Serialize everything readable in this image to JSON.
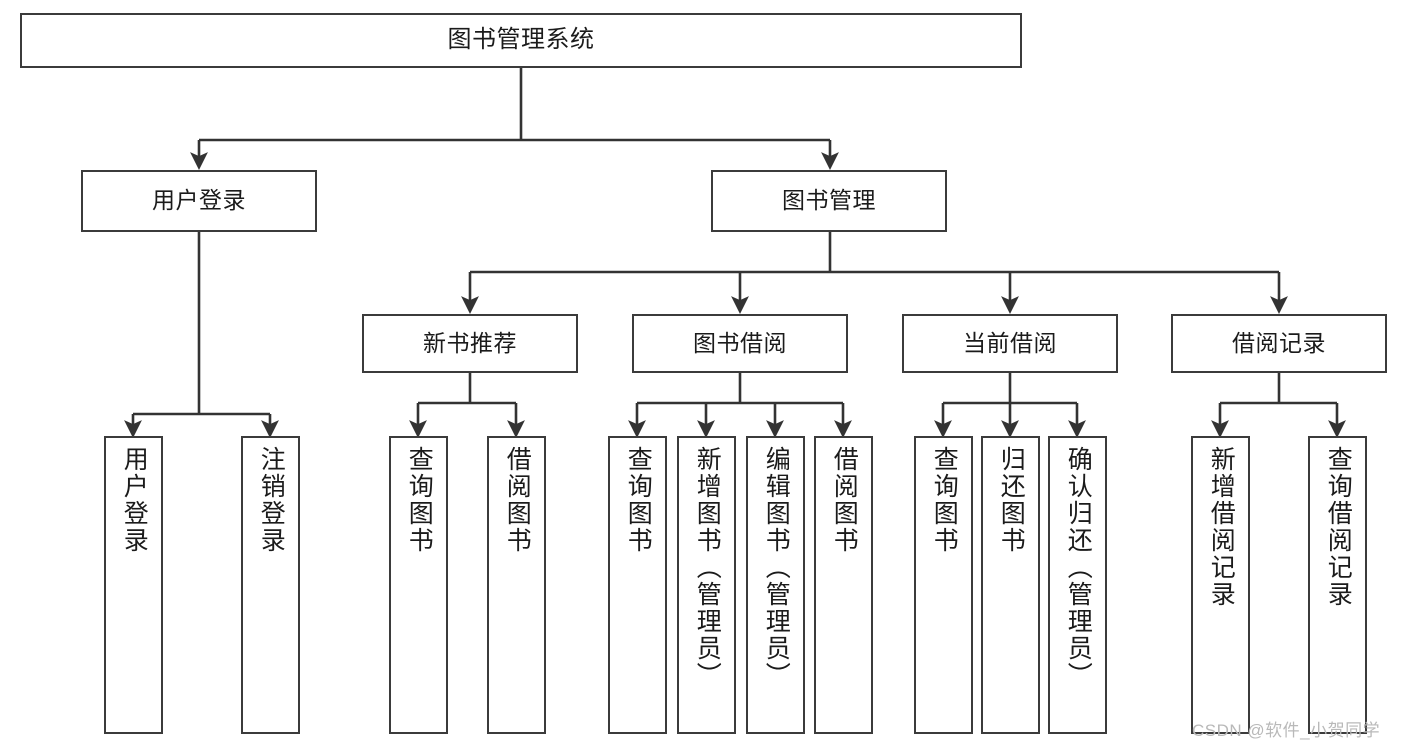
{
  "diagram": {
    "title": "图书管理系统",
    "type": "tree-hierarchy-chart",
    "watermark": "CSDN @软件_小贺同学",
    "colors": {
      "box_border": "#3b3b3b",
      "box_fill": "#ffffff",
      "connector": "#333333",
      "text": "#1b1b1b",
      "watermark": "#b9b9b9",
      "background": "#ffffff"
    },
    "nodes": {
      "root": {
        "label": "图书管理系统"
      },
      "level2": [
        {
          "label": "用户登录"
        },
        {
          "label": "图书管理"
        }
      ],
      "level3": [
        {
          "label": "新书推荐"
        },
        {
          "label": "图书借阅"
        },
        {
          "label": "当前借阅"
        },
        {
          "label": "借阅记录"
        }
      ],
      "leaves": {
        "user_login": [
          {
            "label": "用户登录"
          },
          {
            "label": "注销登录"
          }
        ],
        "new_book": [
          {
            "label": "查询图书"
          },
          {
            "label": "借阅图书"
          }
        ],
        "book_borrow": [
          {
            "label": "查询图书"
          },
          {
            "label": "新增图书（管理员）"
          },
          {
            "label": "编辑图书（管理员）"
          },
          {
            "label": "借阅图书"
          }
        ],
        "current_borrow": [
          {
            "label": "查询图书"
          },
          {
            "label": "归还图书"
          },
          {
            "label": "确认归还（管理员）"
          }
        ],
        "borrow_record": [
          {
            "label": "新增借阅记录"
          },
          {
            "label": "查询借阅记录"
          }
        ]
      }
    }
  }
}
